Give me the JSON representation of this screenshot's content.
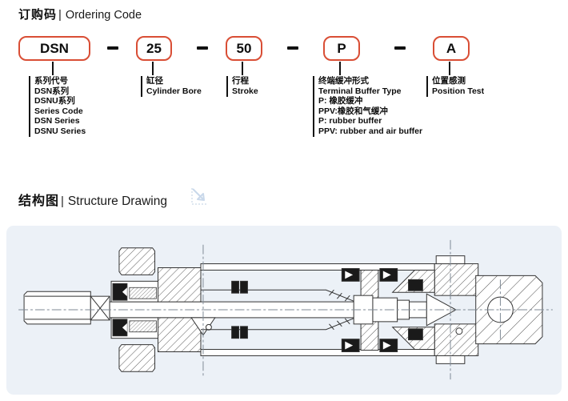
{
  "ordering": {
    "title_zh": "订购码",
    "separator": "|",
    "title_en": "Ordering Code",
    "dash": "–",
    "code_parts": [
      {
        "code": "DSN",
        "labels": [
          "系列代号",
          "DSN系列",
          "DSNU系列",
          "Series Code",
          "DSN Series",
          "DSNU Series"
        ]
      },
      {
        "code": "25",
        "labels": [
          "缸径",
          "Cylinder Bore"
        ]
      },
      {
        "code": "50",
        "labels": [
          "行程",
          "Stroke"
        ]
      },
      {
        "code": "P",
        "labels": [
          "终端缓冲形式",
          "Terminal Buffer Type",
          "P: 橡胶缓冲",
          "PPV:橡胶和气缓冲",
          "P: rubber buffer",
          "PPV: rubber and air buffer"
        ]
      },
      {
        "code": "A",
        "labels": [
          "位置感测",
          "Position Test"
        ]
      }
    ]
  },
  "structure": {
    "title_zh": "结构图",
    "separator": "|",
    "title_en": "Structure Drawing",
    "drawing_description": "cross-section of DSN round pneumatic cylinder"
  },
  "colors": {
    "code_box_border": "#d94e35",
    "panel_background": "#ecf1f7",
    "arrow_icon": "#c9d8ea",
    "drawing_line": "#333333",
    "text": "#111111"
  }
}
